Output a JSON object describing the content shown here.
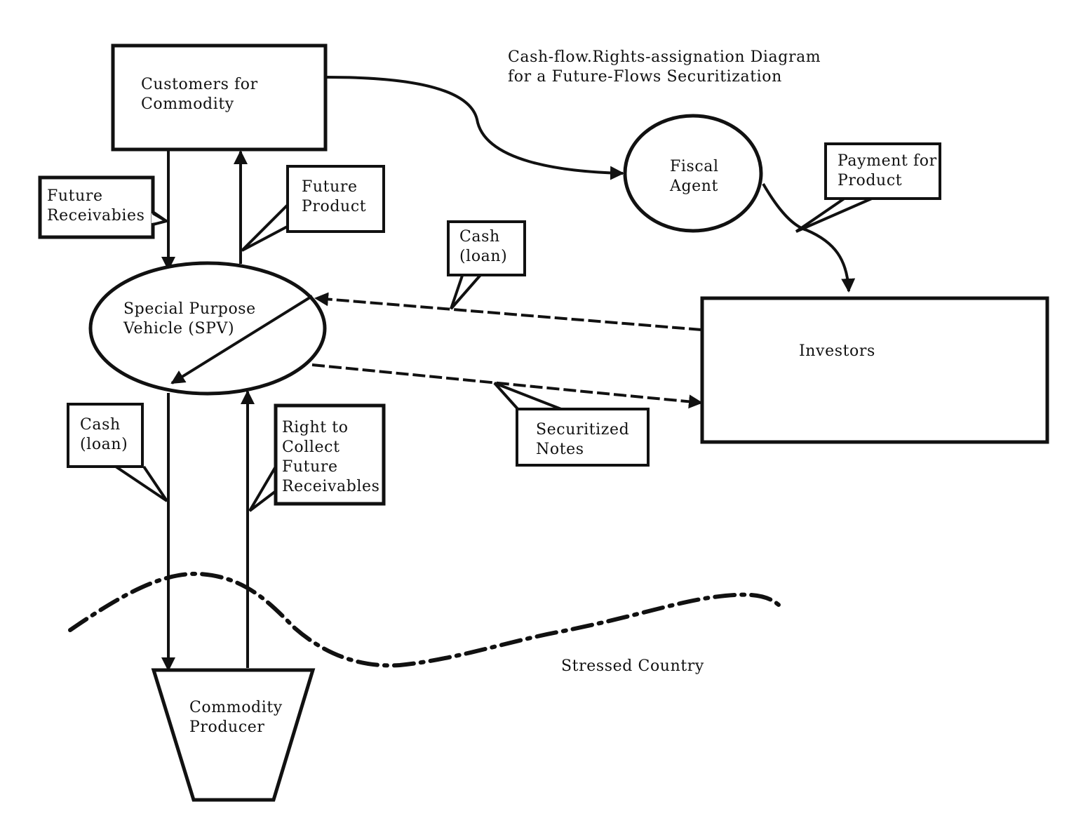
{
  "title": {
    "line1": "Cash-flow.Rights-assignation Diagram",
    "line2": "for a Future-Flows Securitization"
  },
  "nodes": {
    "customers": {
      "line1": "Customers for",
      "line2": "Commodity"
    },
    "fiscal_agent": {
      "line1": "Fiscal",
      "line2": "Agent"
    },
    "spv": {
      "line1": "Special Purpose",
      "line2": "Vehicle (SPV)"
    },
    "investors": {
      "line1": "Investors"
    },
    "producer": {
      "line1": "Commodity",
      "line2": "Producer"
    }
  },
  "callouts": {
    "future_receivables": {
      "line1": "Future",
      "line2": "Receivabies"
    },
    "future_product": {
      "line1": "Future",
      "line2": "Product"
    },
    "payment_for_product": {
      "line1": "Payment for",
      "line2": "Product"
    },
    "cash_loan_investors": {
      "line1": "Cash",
      "line2": "(loan)"
    },
    "securitized_notes": {
      "line1": "Securitized",
      "line2": "Notes"
    },
    "cash_loan_producer": {
      "line1": "Cash",
      "line2": "(loan)"
    },
    "right_to_collect": {
      "line1": "Right to",
      "line2": "Collect",
      "line3": "Future",
      "line4": "Receivables"
    }
  },
  "region_label": "Stressed Country"
}
